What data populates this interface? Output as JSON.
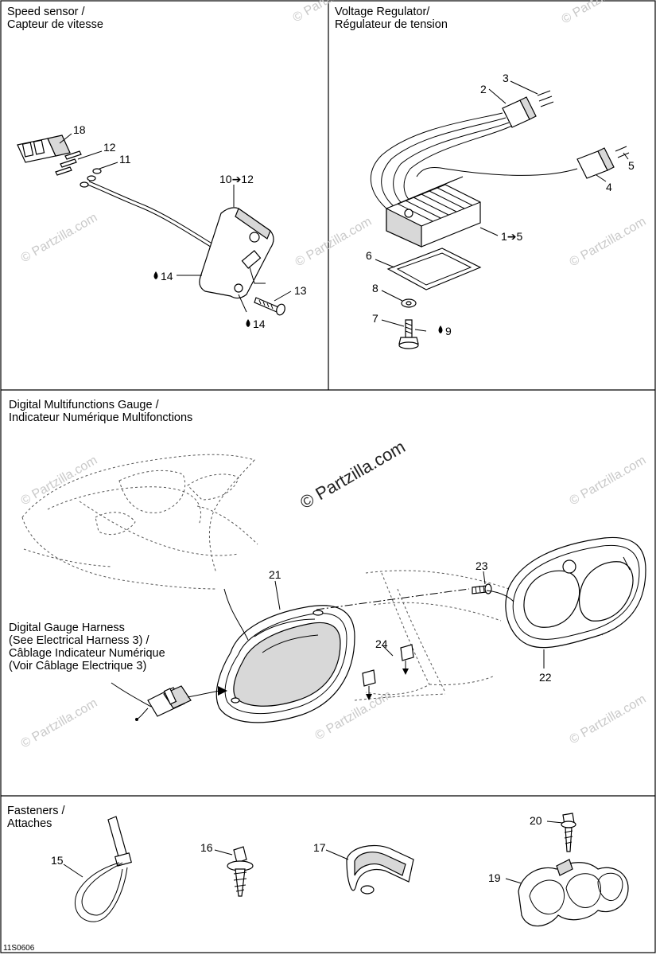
{
  "panels": {
    "speed_sensor": {
      "title_line1": "Speed sensor /",
      "title_line2": "Capteur de vitesse"
    },
    "voltage_regulator": {
      "title_line1": "Voltage Regulator/",
      "title_line2": "Régulateur de tension"
    },
    "digital_gauge": {
      "title_line1": "Digital Multifunctions Gauge /",
      "title_line2": "Indicateur Numérique Multifonctions"
    },
    "fasteners": {
      "title_line1": "Fasteners /",
      "title_line2": "Attaches"
    }
  },
  "harness_note": {
    "line1": "Digital Gauge Harness",
    "line2": "(See Electrical Harness 3) /",
    "line3": "Câblage Indicateur Numérique",
    "line4": "(Voir Câblage Electrique 3)"
  },
  "callouts": {
    "c18": "18",
    "c12": "12",
    "c11": "11",
    "c10_12": "10➔12",
    "c14a": "14",
    "c14b": "14",
    "c13": "13",
    "c3": "3",
    "c2": "2",
    "c5": "5",
    "c4": "4",
    "c1_5": "1➔5",
    "c6": "6",
    "c8": "8",
    "c7": "7",
    "c9": "9",
    "c21": "21",
    "c23": "23",
    "c24": "24",
    "c22": "22",
    "c15": "15",
    "c16": "16",
    "c17": "17",
    "c20": "20",
    "c19": "19"
  },
  "icons": {
    "oil": "drop-icon"
  },
  "watermark": "© Partzilla.com",
  "diagram_code": "11S0606"
}
